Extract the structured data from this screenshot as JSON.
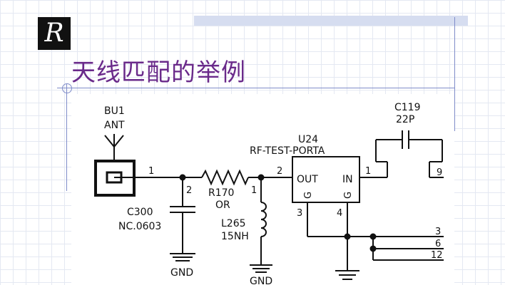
{
  "slide": {
    "logo_text": "R",
    "title": "天线匹配的举例"
  },
  "schematic": {
    "antenna": {
      "ref": "BU1",
      "label": "ANT",
      "pin": "1"
    },
    "c300": {
      "ref": "C300",
      "value": "NC.0603",
      "pin": "2"
    },
    "r170": {
      "ref": "R170",
      "value": "OR"
    },
    "l265": {
      "ref": "L265",
      "value": "15NH",
      "pin": "1"
    },
    "u24": {
      "ref": "U24",
      "name": "RF-TEST-PORTA",
      "out": "OUT",
      "in": "IN",
      "g": "G",
      "pin_out": "2",
      "pin_in": "1",
      "pin_g1": "3",
      "pin_g2": "4"
    },
    "c119": {
      "ref": "C119",
      "value": "22P",
      "pin": "9"
    },
    "gnd_label": "GND",
    "right_pins": [
      "3",
      "6",
      "12"
    ]
  }
}
